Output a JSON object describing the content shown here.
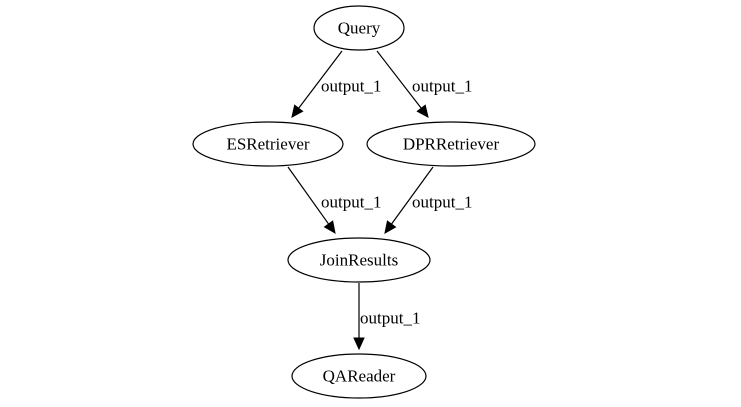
{
  "diagram": {
    "type": "directed-graph",
    "nodes": [
      {
        "id": "query",
        "label": "Query"
      },
      {
        "id": "esretriever",
        "label": "ESRetriever"
      },
      {
        "id": "dprretriever",
        "label": "DPRRetriever"
      },
      {
        "id": "joinresults",
        "label": "JoinResults"
      },
      {
        "id": "qareader",
        "label": "QAReader"
      }
    ],
    "edges": [
      {
        "id": "query-esretriever",
        "from": "query",
        "to": "esretriever",
        "label": "output_1"
      },
      {
        "id": "query-dprretriever",
        "from": "query",
        "to": "dprretriever",
        "label": "output_1"
      },
      {
        "id": "esretriever-joinresults",
        "from": "esretriever",
        "to": "joinresults",
        "label": "output_1"
      },
      {
        "id": "dprretriever-joinresults",
        "from": "dprretriever",
        "to": "joinresults",
        "label": "output_1"
      },
      {
        "id": "joinresults-qareader",
        "from": "joinresults",
        "to": "qareader",
        "label": "output_1"
      }
    ]
  }
}
